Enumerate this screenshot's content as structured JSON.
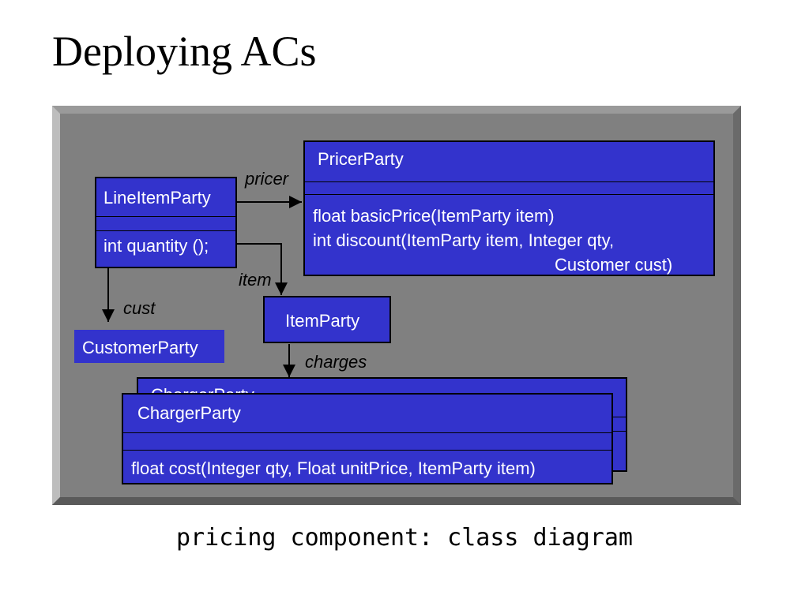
{
  "slide": {
    "title": "Deploying ACs",
    "caption": "pricing component: class diagram"
  },
  "classes": {
    "lineitem": {
      "name": "LineItemParty",
      "methods": [
        "int quantity ();"
      ]
    },
    "pricer": {
      "name": "PricerParty",
      "methods": [
        "float basicPrice(ItemParty item)",
        "int discount(ItemParty item, Integer qty,",
        "Customer cust)"
      ]
    },
    "customer": {
      "name": "CustomerParty"
    },
    "item": {
      "name": "ItemParty"
    },
    "charger_back": {
      "name": "ChargerParty"
    },
    "charger": {
      "name": "ChargerParty",
      "methods": [
        "float cost(Integer qty, Float unitPrice, ItemParty item)"
      ]
    }
  },
  "associations": {
    "pricer": "pricer",
    "item": "item",
    "cust": "cust",
    "charges": "charges"
  },
  "colors": {
    "class_fill": "#3333cc",
    "panel": "#808080",
    "panel_shadow": "#555555",
    "panel_light": "#b0b0b0"
  }
}
